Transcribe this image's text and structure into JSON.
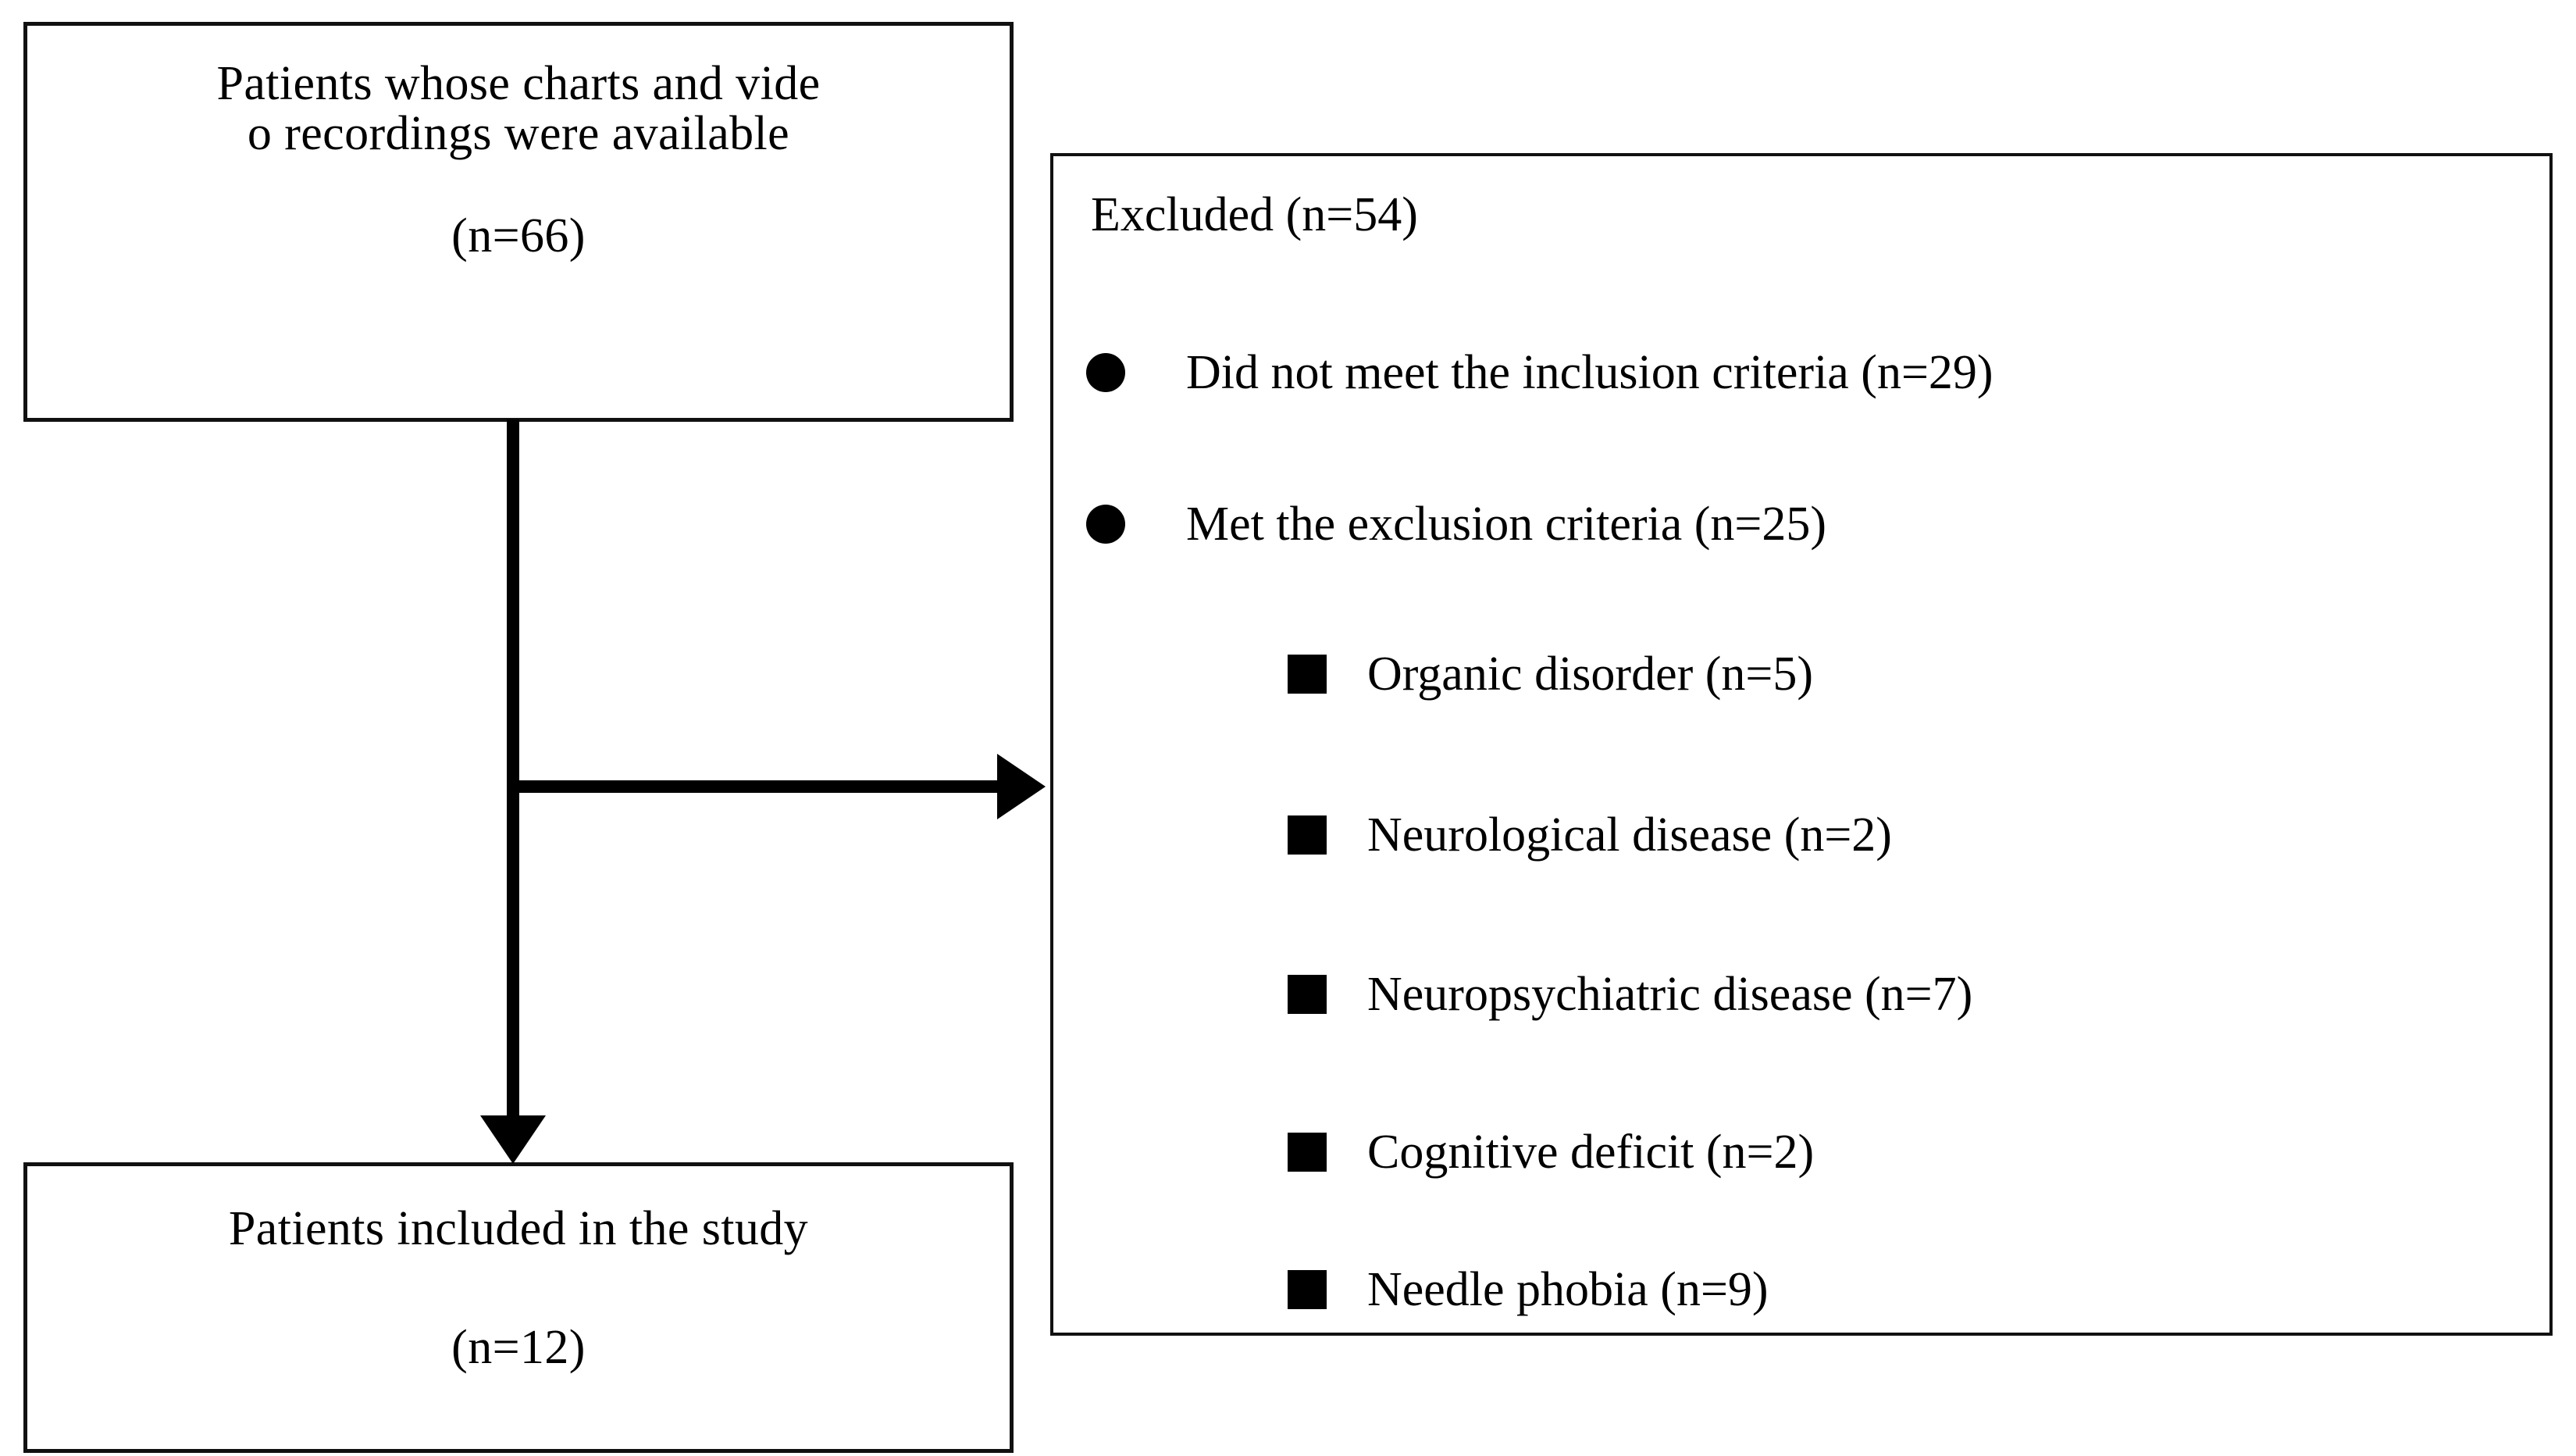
{
  "diagram": {
    "type": "patient-flow-diagram",
    "boxes": {
      "available": {
        "line1": "Patients whose charts and vide",
        "line2": "o recordings were available",
        "line3": "(n=66)"
      },
      "included": {
        "line1": "Patients included in the study",
        "line2": "(n=12)"
      },
      "excluded": {
        "title": "Excluded (n=54)",
        "primary_items": [
          {
            "marker": "disc-bullet-icon",
            "label": "Did not meet the inclusion criteria (n=29)"
          },
          {
            "marker": "disc-bullet-icon",
            "label": "Met the exclusion criteria (n=25)"
          }
        ],
        "sub_items": [
          {
            "marker": "square-bullet-icon",
            "label": "Organic  disorder (n=5)"
          },
          {
            "marker": "square-bullet-icon",
            "label": "Neurological  disease (n=2)"
          },
          {
            "marker": "square-bullet-icon",
            "label": "Neuropsychiatric disease (n=7)"
          },
          {
            "marker": "square-bullet-icon",
            "label": "Cognitive deficit (n=2)"
          },
          {
            "marker": "square-bullet-icon",
            "label": "Needle phobia (n=9)"
          }
        ]
      }
    },
    "connectors": [
      {
        "name": "trunk-vertical-line",
        "from": "available",
        "to": "included"
      },
      {
        "name": "branch-horizontal-arrow",
        "from": "available",
        "to": "excluded"
      }
    ],
    "colors": {
      "stroke": "#000000",
      "box_border": "#111111",
      "background": "#ffffff",
      "text": "#000000"
    }
  }
}
